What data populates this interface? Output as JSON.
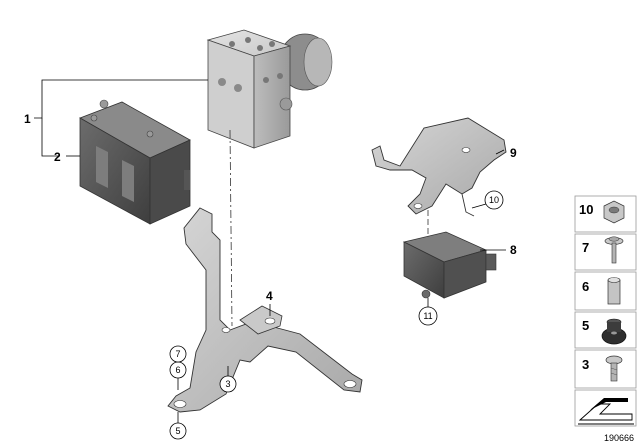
{
  "callouts": {
    "c1": "1",
    "c2": "2",
    "c3": "3",
    "c4": "4",
    "c5": "5",
    "c6": "6",
    "c7": "7",
    "c8": "8",
    "c9": "9",
    "c10": "10",
    "c11": "11"
  },
  "parts_panel": {
    "items": [
      {
        "num": "10",
        "icon": "hex-nut-icon"
      },
      {
        "num": "7",
        "icon": "bolt-washer-icon"
      },
      {
        "num": "6",
        "icon": "sleeve-icon"
      },
      {
        "num": "5",
        "icon": "rubber-mount-icon"
      },
      {
        "num": "3",
        "icon": "screw-icon"
      }
    ],
    "bottom_icon": "arrow-symbol-icon"
  },
  "diagram_number": "190666"
}
